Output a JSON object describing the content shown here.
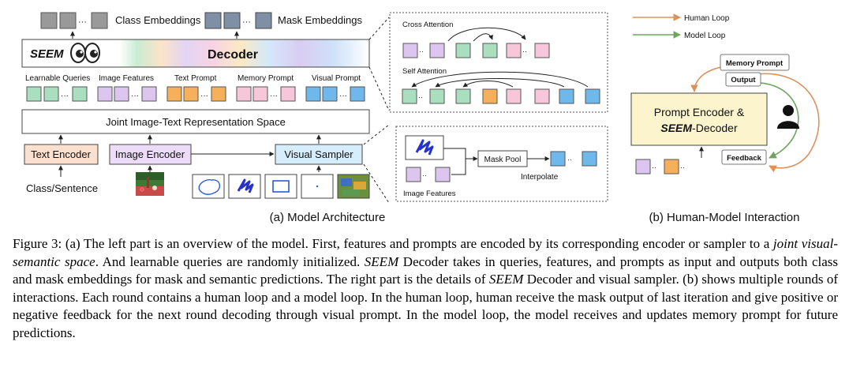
{
  "legend_top": {
    "class_embeddings": "Class Embeddings",
    "mask_embeddings": "Mask Embeddings"
  },
  "decoder": {
    "seem": "SEEM",
    "label": "Decoder"
  },
  "query_groups": {
    "learnable_queries": "Learnable Queries",
    "image_features": "Image Features",
    "text_prompt": "Text Prompt",
    "memory_prompt": "Memory Prompt",
    "visual_prompt": "Visual Prompt"
  },
  "joint_space": "Joint Image-Text Representation Space",
  "encoders": {
    "text": "Text Encoder",
    "image": "Image Encoder",
    "visual_sampler": "Visual Sampler"
  },
  "input_text": "Class/Sentence",
  "detail_decoder": {
    "cross_attention": "Cross Attention",
    "self_attention": "Self Attention"
  },
  "detail_sampler": {
    "mask_pool": "Mask Pool",
    "interpolate": "Interpolate",
    "image_features": "Image Features"
  },
  "subcaption_a": "(a) Model Architecture",
  "subcaption_b": "(b) Human-Model Interaction",
  "right_panel": {
    "human_loop": "Human Loop",
    "model_loop": "Model Loop",
    "memory_prompt": "Memory Prompt",
    "output": "Output",
    "prompt_encoder": "Prompt Encoder &",
    "seem_decoder_seem": "SEEM",
    "seem_decoder_rest": "-Decoder",
    "feedback": "Feedback"
  },
  "caption": {
    "p1": "Figure 3: (a) The left part is an overview of the model. First, features and prompts are encoded by its corresponding encoder or sampler to a ",
    "i1": "joint visual-semantic space",
    "p2": ". And learnable queries are randomly initialized. ",
    "i2": "SEEM",
    "p3": " Decoder takes in queries, features, and prompts as input and outputs both class and mask embeddings for mask and semantic predictions. The right part is the details of ",
    "i3": "SEEM",
    "p4": " Decoder and visual sampler. (b) shows multiple rounds of interactions. Each round contains a human loop and a model loop.  In the human loop, human receive the mask output of last iteration and give positive or negative feedback for the next round decoding through visual prompt.  In the model loop, the model receives and updates memory prompt for future predictions."
  },
  "colors": {
    "green": "#a9dfbf",
    "lilac": "#dcc6f0",
    "orange": "#f6b05a",
    "pink": "#f7c6d9",
    "blue": "#6fb8ec",
    "gray": "#999999",
    "steel": "#7e8fa6",
    "text_enc": "#fbe0cf",
    "image_enc": "#eddcf7",
    "sampler": "#d6eefc",
    "prompt_box": "#fcf4cc",
    "human_loop": "#d9935c",
    "model_loop": "#6fa560"
  }
}
